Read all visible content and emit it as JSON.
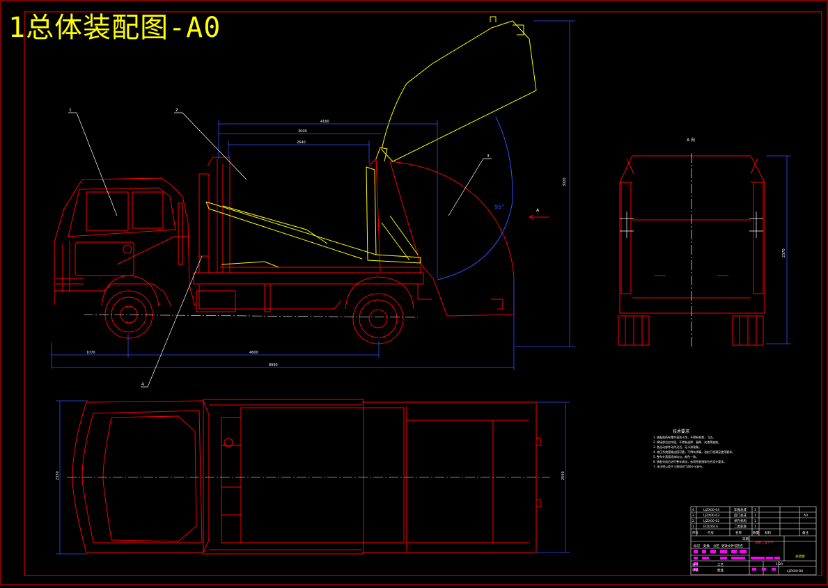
{
  "title": "1总体装配图-A0",
  "colors": {
    "frame": "#ff0000",
    "body": "#ff0000",
    "mechanism": "#ffff00",
    "dimension": "#3050ff",
    "leader": "#ffffff",
    "magenta": "#ff00ff"
  },
  "side_view": {
    "part_labels": [
      "1",
      "2",
      "3",
      "4"
    ],
    "angle_label": "95°",
    "view_arrow_label": "A",
    "dims": {
      "top_overall": "4160",
      "top_mid": "3000",
      "top_inner": "2640",
      "height": "3020",
      "front_overhang": "1070",
      "wheelbase": "4600",
      "overall_length": "8990"
    }
  },
  "rear_view": {
    "label": "A 向",
    "height_dim": "2370"
  },
  "top_view": {
    "width_dim_left": "2330",
    "width_dim_right": "2550"
  },
  "notes": {
    "heading": "技术要求",
    "lines": [
      "1. 装配前所有零件清洗干净，不得有毛刺、飞边。",
      "2. 焊接部位应牢固，不得有虚焊、漏焊、夹渣等缺陷。",
      "3. 各运动部件动作灵活，无卡滞现象。",
      "4. 液压系统管路连接可靠，不得有渗漏，油缸行程满足使用要求。",
      "5. 整车外表面涂漆均匀，颜色一致。",
      "6. 装配完成后进行整车调试，各项性能指标符合设计要求。",
      "7. 未注明公差尺寸按GB/T1804-m执行。"
    ]
  },
  "title_block": {
    "bom": [
      {
        "no": "4",
        "code": "LJZX00-04",
        "name": "车厢总成",
        "qty": "1"
      },
      {
        "no": "3",
        "code": "LJZX00-03",
        "name": "后门总成",
        "qty": "1"
      },
      {
        "no": "2",
        "code": "LJZX00-02",
        "name": "举升机构",
        "qty": "1"
      },
      {
        "no": "1",
        "code": "EQ1061A",
        "name": "二类底盘",
        "qty": "1"
      }
    ],
    "bom_header": [
      "序号",
      "代号",
      "名称",
      "数量",
      "材料",
      "备注"
    ],
    "school": "湖南工业大学",
    "drawing_name": "总装图",
    "drawing_no": "LJZX00-00",
    "scale": "1:20",
    "sheet": "A0",
    "roles": [
      "设计",
      "审核",
      "工艺",
      "批准"
    ],
    "mark_labels": [
      "标记",
      "处数",
      "分区",
      "更改文件号",
      "签名",
      "日期"
    ]
  }
}
